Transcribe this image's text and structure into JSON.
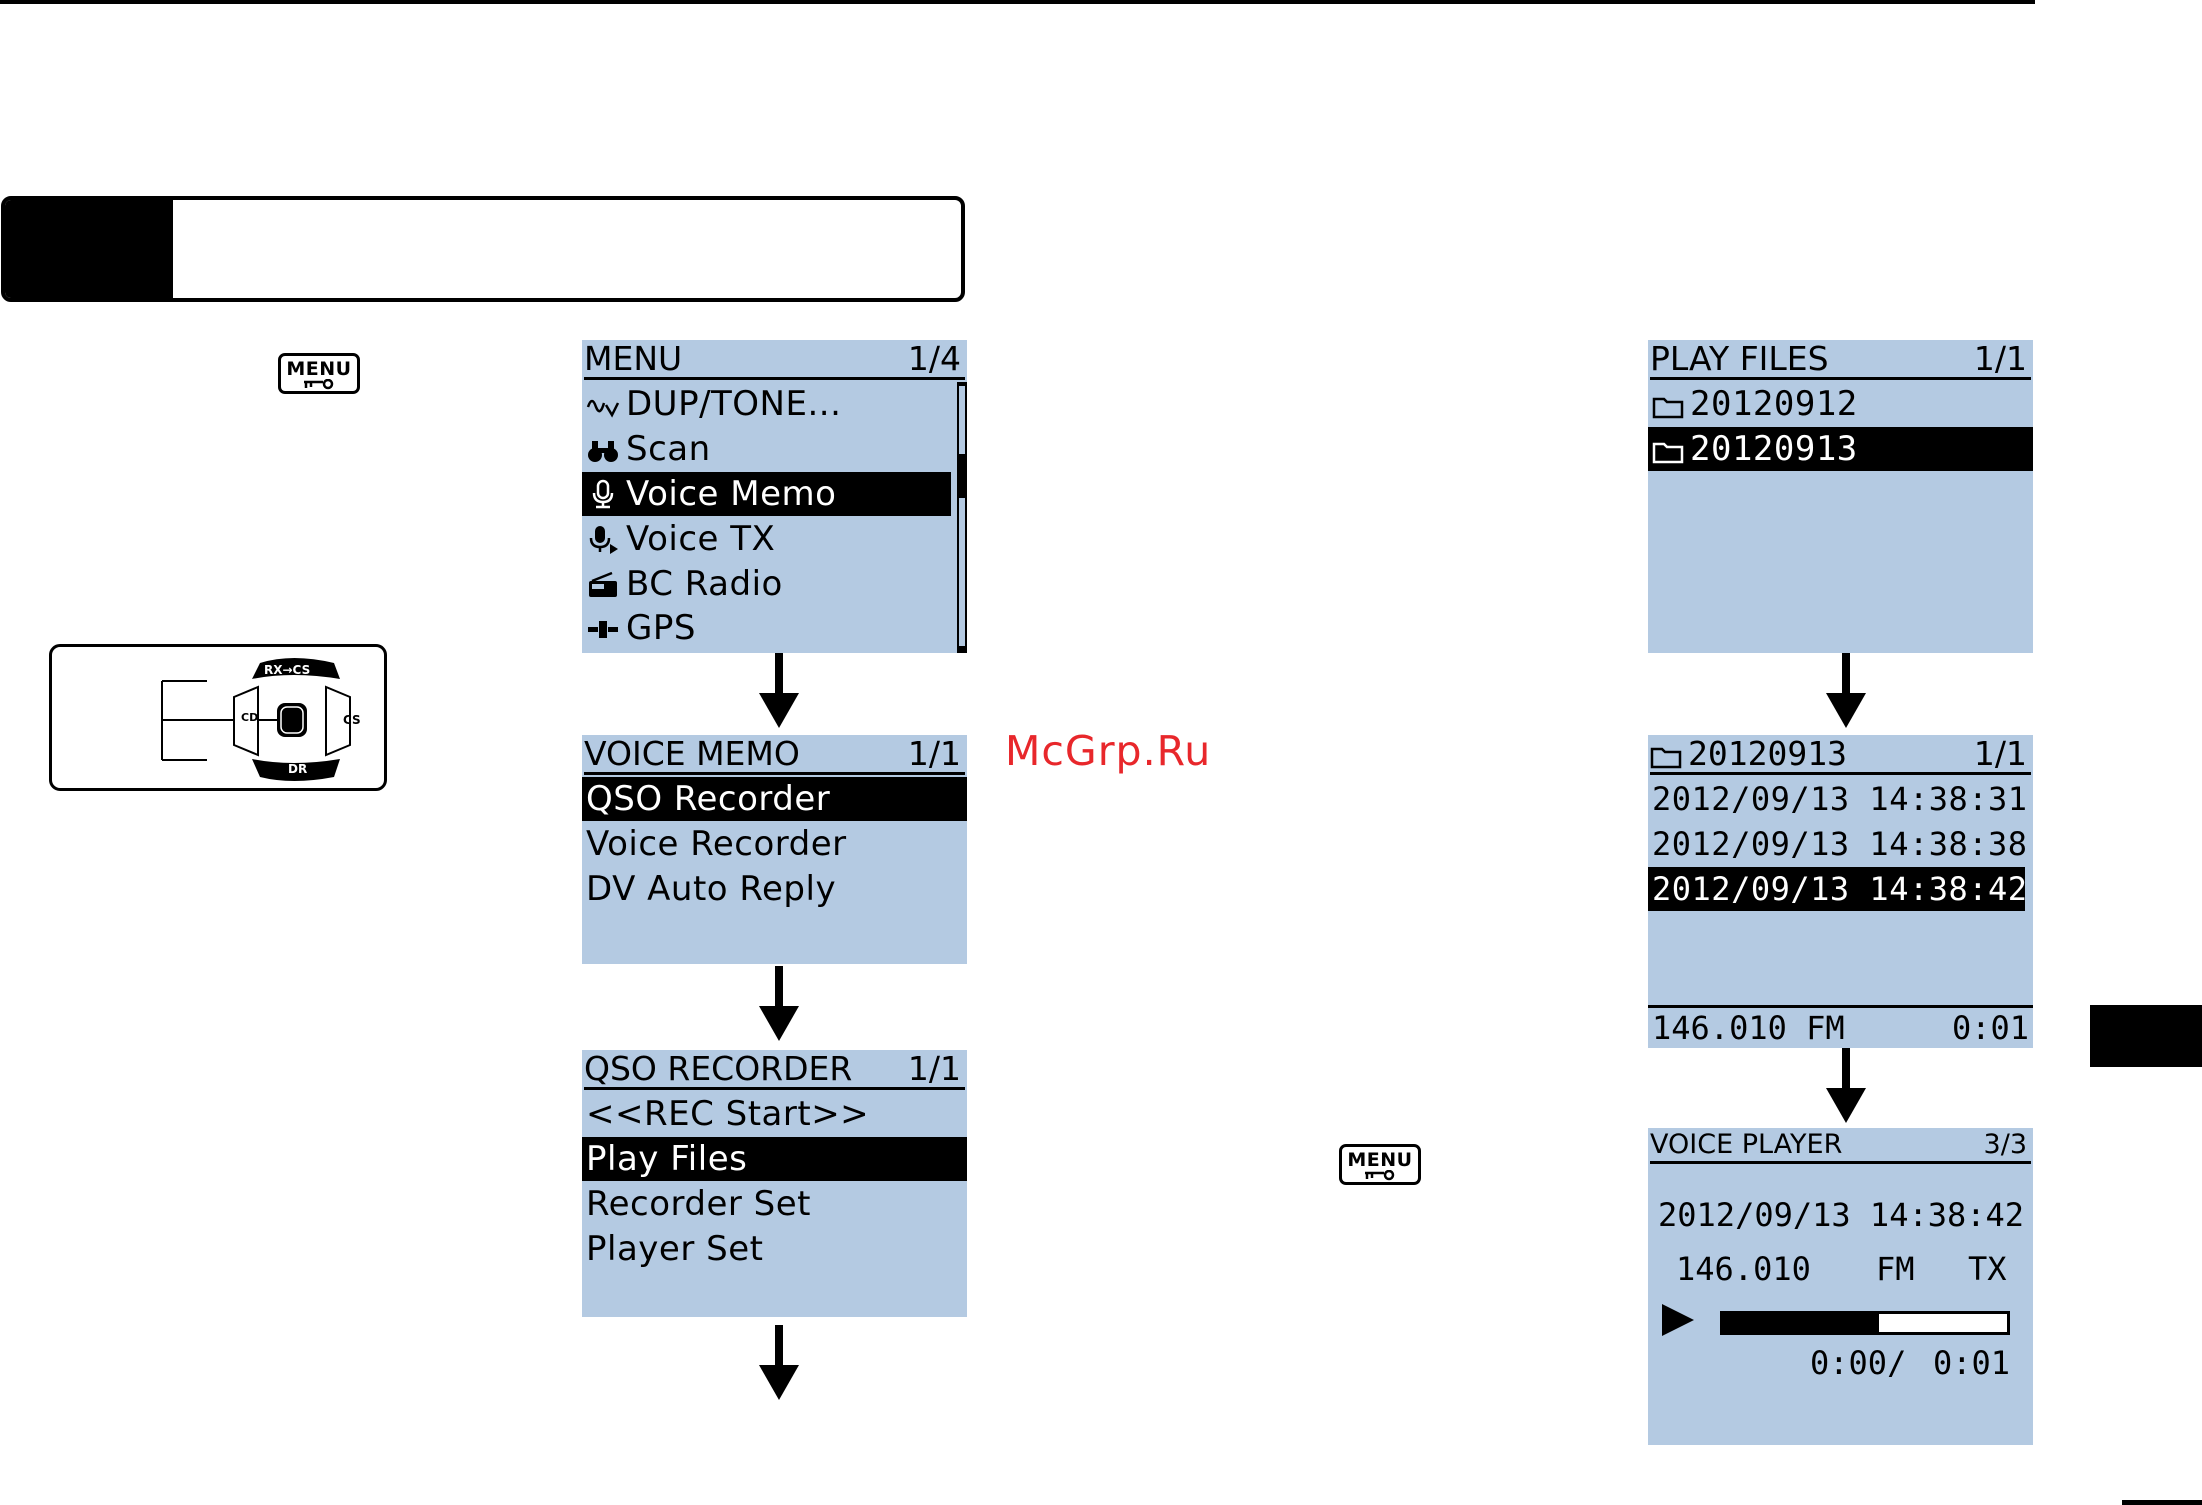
{
  "keys": {
    "menu_label": "MENU",
    "menu_icon": "key-icon"
  },
  "radio_keypad": {
    "top_key": "RX→CS",
    "left_key": "CD",
    "right_key": "CS",
    "bottom_key": "DR"
  },
  "screens": {
    "menu": {
      "title": "MENU",
      "page": "1/4",
      "items": [
        {
          "icon": "dup-tone-icon",
          "label": "DUP/TONE..."
        },
        {
          "icon": "binoculars-icon",
          "label": "Scan"
        },
        {
          "icon": "microphone-icon",
          "label": "Voice Memo"
        },
        {
          "icon": "microphone-tx-icon",
          "label": "Voice TX"
        },
        {
          "icon": "radio-icon",
          "label": "BC Radio"
        },
        {
          "icon": "satellite-icon",
          "label": "GPS"
        }
      ],
      "selected_index": 2
    },
    "voice_memo": {
      "title": "VOICE MEMO",
      "page": "1/1",
      "items": [
        "QSO Recorder",
        "Voice Recorder",
        "DV Auto Reply"
      ],
      "selected_index": 0
    },
    "qso_recorder": {
      "title": "QSO RECORDER",
      "page": "1/1",
      "items": [
        "<<REC Start>>",
        "Play Files",
        "Recorder Set",
        "Player Set"
      ],
      "selected_index": 1
    },
    "play_files": {
      "title": "PLAY FILES",
      "page": "1/1",
      "folders": [
        "20120912",
        "20120913"
      ],
      "selected_index": 1
    },
    "folder_view": {
      "title": "20120913",
      "page": "1/1",
      "files": [
        "2012/09/13 14:38:31",
        "2012/09/13 14:38:38",
        "2012/09/13 14:38:42"
      ],
      "selected_index": 2,
      "footer_freq": "146.010 FM",
      "footer_time": "0:01"
    },
    "voice_player": {
      "title": "VOICE PLAYER",
      "page": "3/3",
      "datetime": "2012/09/13 14:38:42",
      "freq": "146.010",
      "mode": "FM",
      "direction": "TX",
      "progress": 0.55,
      "elapsed": "0:00/",
      "total": "0:01"
    }
  },
  "watermark": "McGrp.Ru",
  "colors": {
    "lcd_background": "#b4cae2",
    "watermark": "#e8272b"
  }
}
